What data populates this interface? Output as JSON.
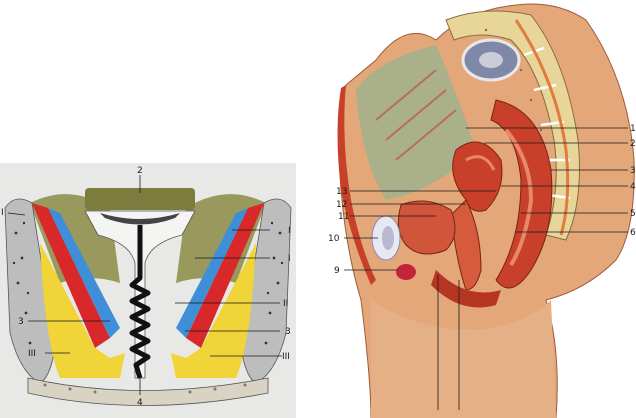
{
  "left_figure": {
    "labels": {
      "top": "2",
      "bottom": "4",
      "left_1": "I",
      "left_3": "3",
      "left_III": "III",
      "right_I_upper": "I",
      "right_I_lower": "I",
      "right_II": "II",
      "right_3": "3",
      "right_III": "III"
    },
    "colors": {
      "bone": "#bdbdbd",
      "muscle_red": "#d8282a",
      "fascia_blue": "#3f8fd8",
      "fat_yellow": "#f1d437",
      "pelvic_green": "#8b8b45"
    }
  },
  "right_figure": {
    "labels": {
      "r1": "1",
      "r2": "2",
      "r3": "3",
      "r4": "4",
      "r5": "5",
      "r6": "6",
      "l13": "13",
      "l12": "12",
      "l11": "11",
      "l10": "10",
      "l9": "9"
    },
    "colors": {
      "skin": "#e3a77a",
      "muscle": "#c8402a",
      "vertebra": "#e8d59a",
      "cavity": "#a9b08a"
    }
  }
}
